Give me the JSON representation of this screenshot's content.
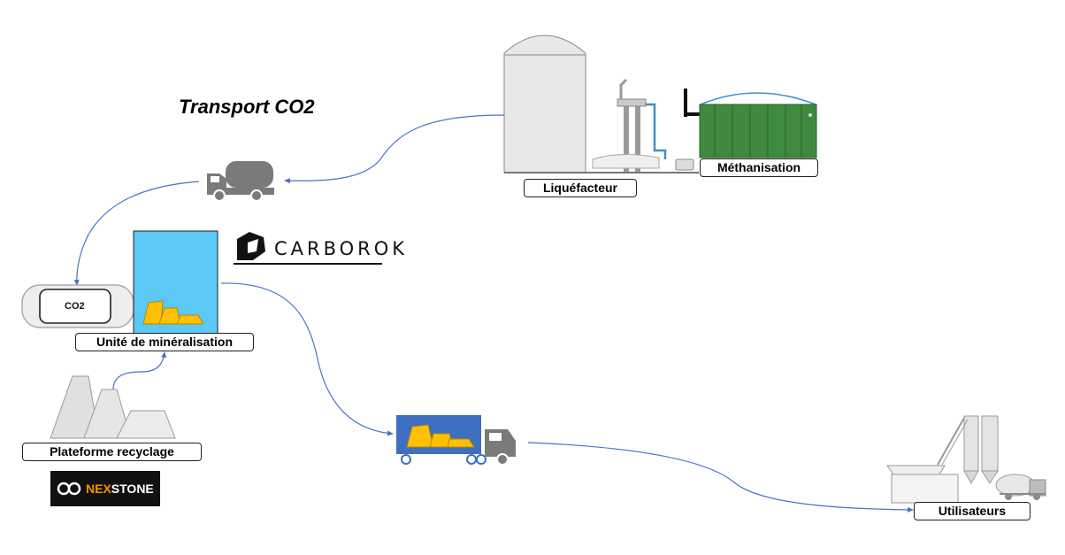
{
  "title": "Transport CO2",
  "labels": {
    "liquefacteur": "Liquéfacteur",
    "methanisation": "Méthanisation",
    "mineralisation": "Unité de minéralisation",
    "recyclage": "Plateforme recyclage",
    "utilisateurs": "Utilisateurs",
    "co2": "CO2"
  },
  "logos": {
    "carborok": "CARBOROK",
    "nexstone_prefix": "NEX",
    "nexstone_suffix": "STONE"
  },
  "colors": {
    "arrow": "#4a72c4",
    "mineral_unit": "#5bc8f5",
    "gold": "#ffc000",
    "truck_blue": "#3e6fc0",
    "methanisation_green": "#3f8a3f",
    "grey": "#707070",
    "nexstone_orange": "#f39200"
  },
  "icons": [
    "tanker-truck-icon",
    "co2-tank-icon",
    "liquefier-tower-icon",
    "methanisation-unit-icon",
    "mineralisation-unit-icon",
    "recycling-piles-icon",
    "delivery-truck-icon",
    "concrete-plant-icon",
    "carborok-logo",
    "nexstone-logo"
  ]
}
